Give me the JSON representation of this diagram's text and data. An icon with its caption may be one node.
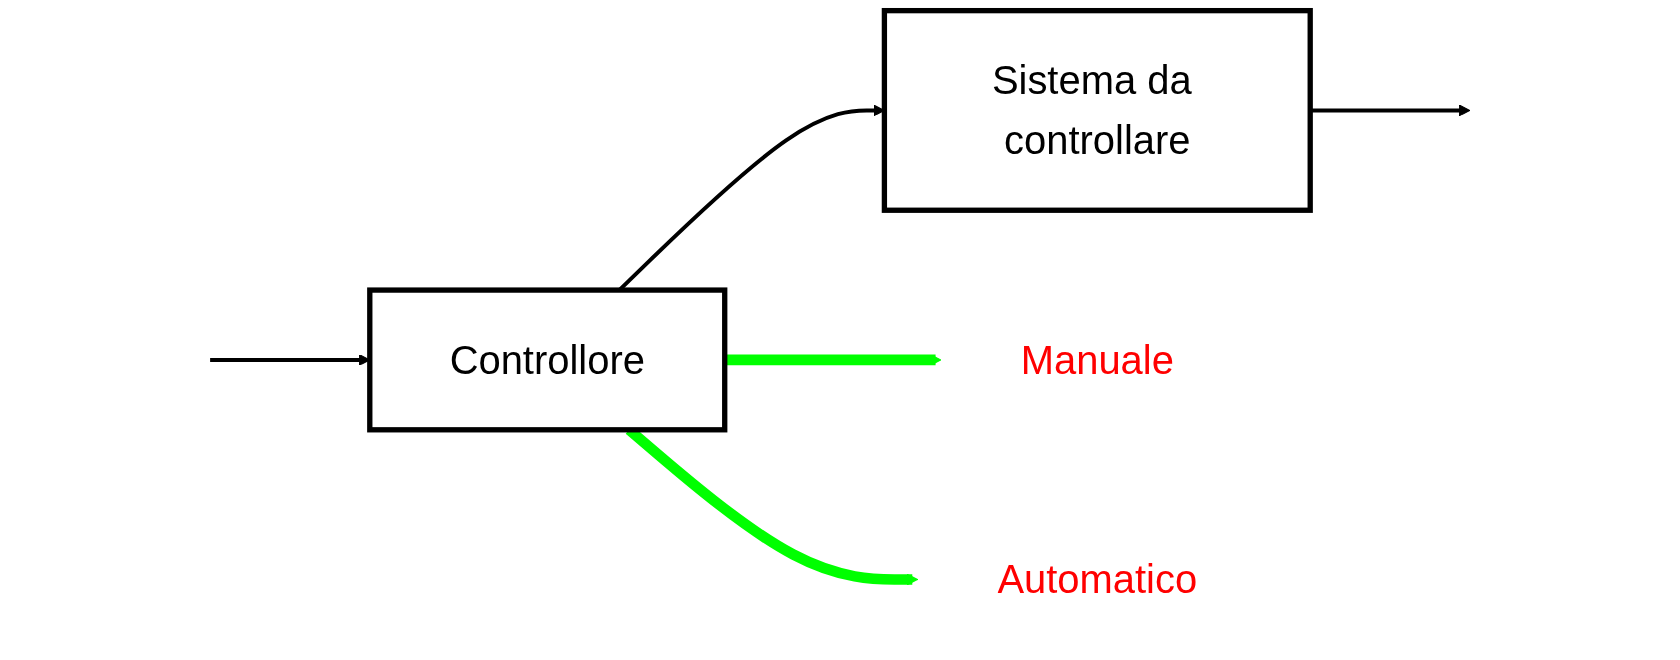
{
  "diagram": {
    "nodes": [
      {
        "text": [
          "Controllore"
        ]
      },
      {
        "text": [
          "Sistema da controllare"
        ]
      },
      {
        "text": [
          "Manuale"
        ]
      },
      {
        "text": [
          "Automatico"
        ]
      }
    ],
    "edges": [
      {
        "from": null,
        "to": 0,
        "arrow": "to"
      },
      {
        "from": 0,
        "to": 1,
        "arrow": "to"
      },
      {
        "from": 1,
        "to": null,
        "arrow": "to"
      },
      {
        "from": 0,
        "to": 2,
        "arrow": "to",
        "style": "thick",
        "color": "#00ff00"
      },
      {
        "from": 0,
        "to": 3,
        "arrow": "to",
        "style": "thick",
        "color": "#00ff00"
      }
    ]
  }
}
